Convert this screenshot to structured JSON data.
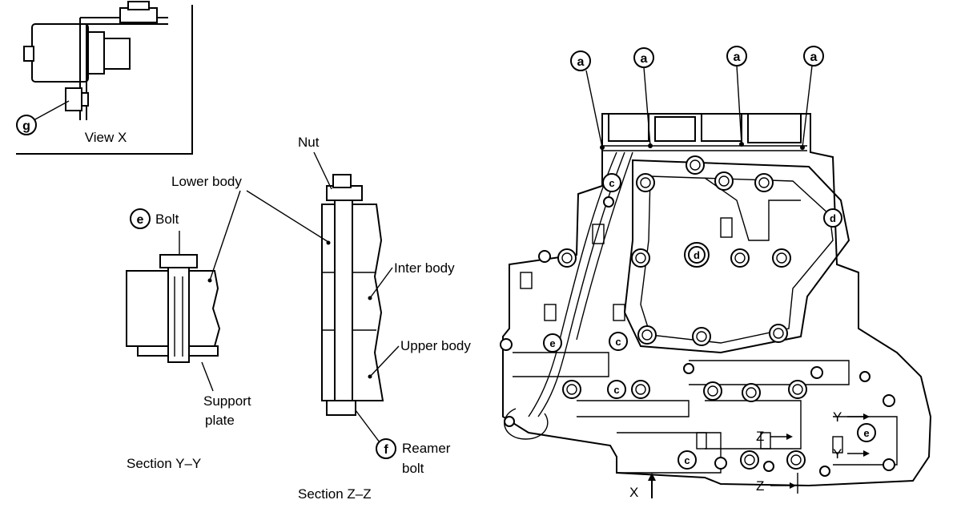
{
  "view_x": {
    "title": "View X",
    "callout_g": "g"
  },
  "section_yy": {
    "title": "Section Y–Y",
    "callout_e": "e",
    "bolt_label": "Bolt",
    "support_plate_label_1": "Support",
    "support_plate_label_2": "plate"
  },
  "section_zz": {
    "title": "Section Z–Z",
    "nut_label": "Nut",
    "inter_body_label": "Inter body",
    "upper_body_label": "Upper body",
    "callout_f": "f",
    "reamer_label_1": "Reamer",
    "reamer_label_2": "bolt"
  },
  "shared": {
    "lower_body_label": "Lower body"
  },
  "valve_body": {
    "callouts_a": [
      "a",
      "a",
      "a",
      "a"
    ],
    "bolt_c_label": "c",
    "bolt_d_label": "d",
    "bolt_e_label": "e",
    "marker_x": "X",
    "marker_y_upper": "Y",
    "marker_y_lower": "Y",
    "marker_z_upper": "Z",
    "marker_z_lower": "Z"
  }
}
